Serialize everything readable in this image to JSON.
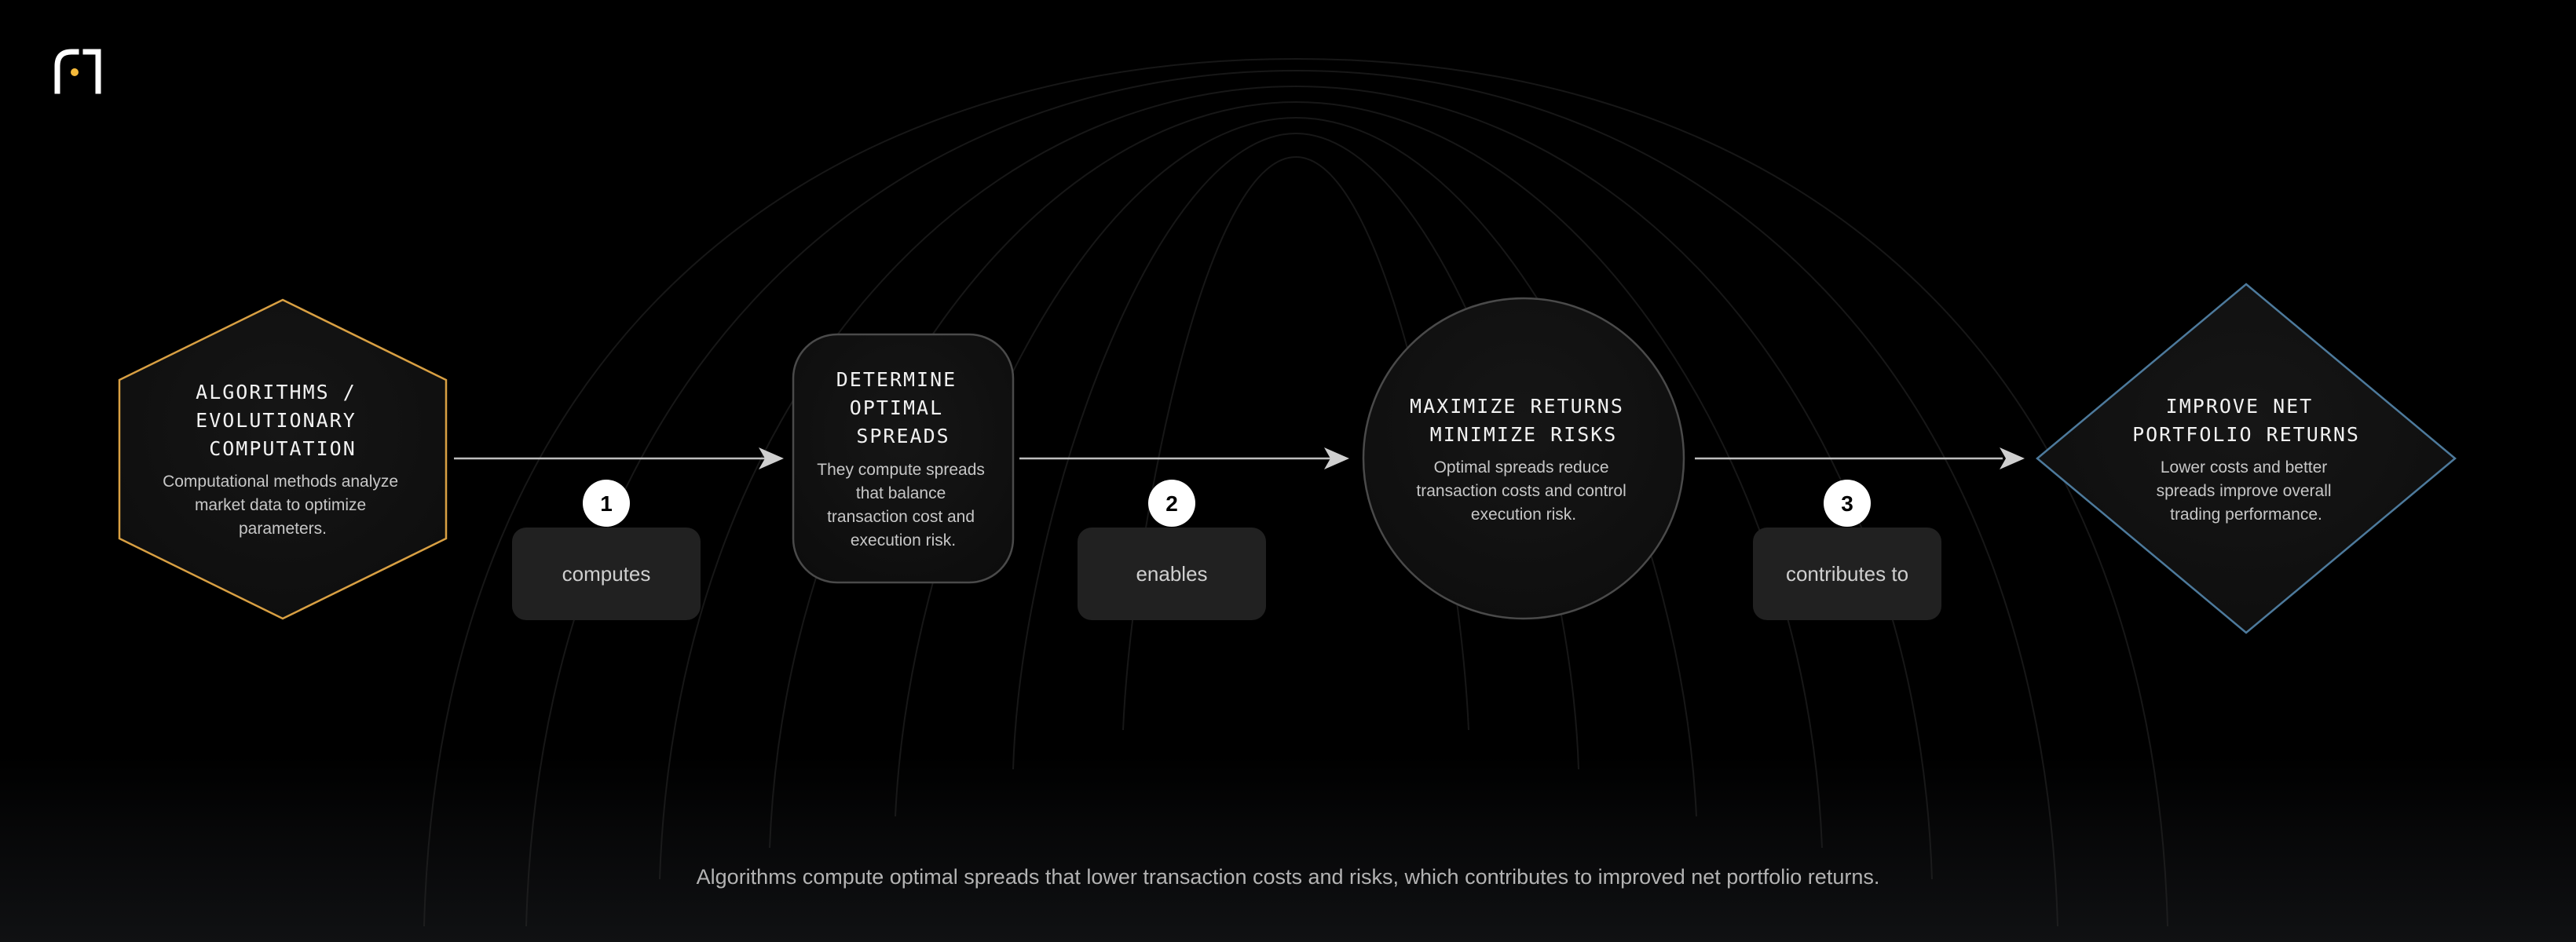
{
  "brand": {
    "logo_icon": "f1-logo-icon",
    "accent": "#f5b93a"
  },
  "nodes": [
    {
      "id": "algorithms",
      "shape": "hexagon",
      "border_color": "#d9a043",
      "title_lines": [
        "ALGORITHMS /",
        "EVOLUTIONARY",
        "COMPUTATION"
      ],
      "desc_lines": [
        "Computational methods analyze",
        "market data to optimize",
        "parameters."
      ]
    },
    {
      "id": "spreads",
      "shape": "rounded-rect",
      "border_color": "#4a4a4a",
      "title_lines": [
        "DETERMINE",
        "OPTIMAL",
        "SPREADS"
      ],
      "desc_lines": [
        "They compute spreads",
        "that balance",
        "transaction cost and",
        "execution risk."
      ]
    },
    {
      "id": "returns",
      "shape": "circle",
      "border_color": "#4a4a4a",
      "title_lines": [
        "MAXIMIZE RETURNS",
        "MINIMIZE RISKS"
      ],
      "desc_lines": [
        "Optimal spreads reduce",
        "transaction costs and control",
        "execution risk."
      ]
    },
    {
      "id": "portfolio",
      "shape": "diamond",
      "border_color": "#4d7a9c",
      "title_lines": [
        "IMPROVE NET",
        "PORTFOLIO RETURNS"
      ],
      "desc_lines": [
        "Lower costs and better",
        "spreads improve overall",
        "trading performance."
      ]
    }
  ],
  "edges": [
    {
      "step": "1",
      "label": "computes"
    },
    {
      "step": "2",
      "label": "enables"
    },
    {
      "step": "3",
      "label": "contributes to"
    }
  ],
  "footer": {
    "caption": "Algorithms compute optimal spreads that lower transaction costs and risks, which contributes to improved net portfolio returns."
  }
}
